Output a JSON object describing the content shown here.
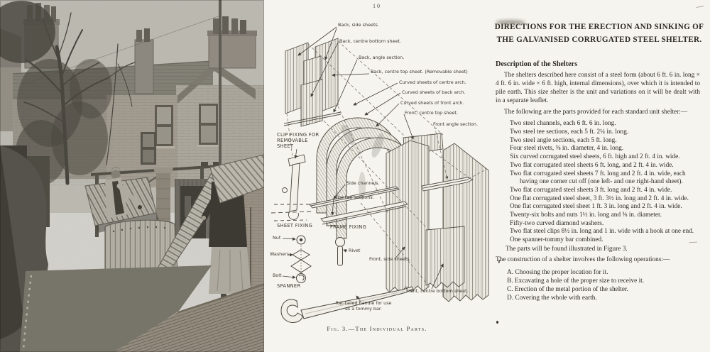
{
  "colors": {
    "paper": "#f6f4ee",
    "ink": "#2c2923",
    "diagram_ink": "#45423a"
  },
  "photo": {
    "description": "Black-and-white photograph of two people carrying corrugated steel shelter sheets in a terraced-house back garden"
  },
  "diagram": {
    "page_number": "10",
    "caption": "Fig. 3.—The Individual Parts.",
    "labels": {
      "back_side_sheets": "Back, side sheets.",
      "back_centre_bottom_sheet": "Back, centre bottom sheet.",
      "back_angle_section": "Back, angle section.",
      "back_centre_top_sheet": "Back, centre top sheet. (Removable sheet)",
      "curved_centre_arch": "Curved sheets of centre arch.",
      "curved_back_arch": "Curved sheets of back arch.",
      "curved_front_arch": "Curved sheets of front arch.",
      "front_centre_top_sheet": "Front, centre top sheet.",
      "front_angle_section": "Front angle section.",
      "clip_fixing": "CLIP FIXING FOR REMOVABLE SHEET",
      "side_channels": "Side channels.",
      "tee_sections": "The tee sections.",
      "sheet_fixing": "SHEET FIXING",
      "nut": "Nut",
      "washers": "Washers",
      "bolt": "Bolt",
      "frame_fixing": "FRAME FIXING",
      "rivet": "Rivet",
      "front_side_sheets": "Front, side sheets.",
      "spanner": "SPANNER",
      "rat_tailed_handle": "Rat-tailed handle for use as a tommy bar.",
      "front_centre_bottom_sheet": "Front, centre bottom sheet."
    }
  },
  "directions": {
    "heading_line1": "DIRECTIONS FOR THE ERECTION AND SINKING OF",
    "heading_line2": "THE GALVANISED CORRUGATED STEEL SHELTER.",
    "section_heading": "Description of the Shelters",
    "para1": "The shelters described here consist of a steel form (about 6 ft. 6 in. long × 4 ft. 6 in. wide × 6 ft. high, internal dimensions), over which it is intended to pile earth.  This size shelter is the unit and variations on it will be dealt with in a separate leaflet.",
    "para2": "The following are the parts provided for each standard unit shelter:—",
    "parts": [
      "Two steel channels, each 6 ft. 6 in. long.",
      "Two steel tee sections, each 5 ft. 2¼ in. long.",
      "Two steel angle sections, each 5 ft. long.",
      "Four steel rivets, ⅜ in. diameter, 4 in. long.",
      "Six curved corrugated steel sheets, 6 ft. high and 2 ft. 4 in. wide.",
      "Two flat corrugated steel sheets 6 ft. long, and 2 ft. 4 in. wide.",
      "Two flat corrugated steel sheets 7 ft. long and 2 ft. 4 in. wide, each having one corner cut off (one left- and one right-hand sheet).",
      "Two flat corrugated steel sheets 3 ft. long and 2 ft. 4 in. wide.",
      "One flat corrugated steel sheet, 3 ft. 3½ in. long and 2 ft. 4 in. wide.",
      "One flat corrugated steel sheet 1 ft. 3 in. long and 2 ft. 4 in. wide.",
      "Twenty-six bolts and nuts 1½ in. long and ⅜ in. diameter.",
      "Fifty-two curved diamond washers.",
      "Two flat steel clips 8½ in. long and 1 in. wide with a hook at one end.",
      "One spanner-tommy bar combined."
    ],
    "figure_note": "The parts will be found illustrated in Figure 3.",
    "para3": "The construction of a shelter involves the following operations:—",
    "operations": [
      "A. Choosing the proper location for it.",
      "B. Excavating a hole of the proper size to receive it.",
      "C. Erection of the metal portion of the shelter.",
      "D. Covering the whole with earth."
    ]
  }
}
